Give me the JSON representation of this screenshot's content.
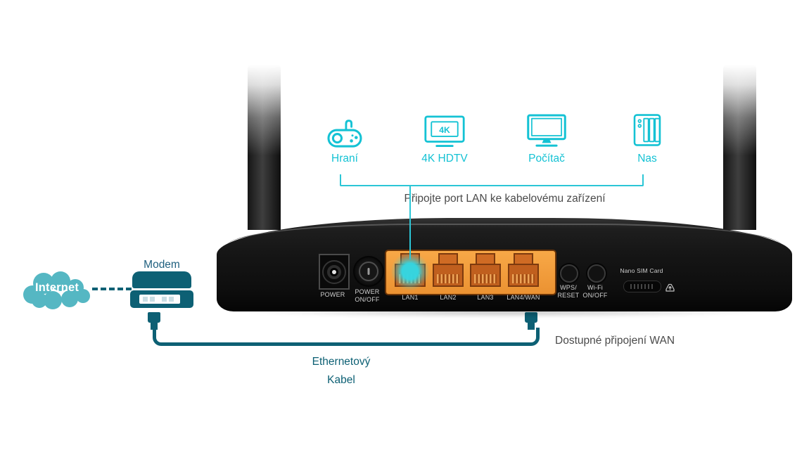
{
  "colors": {
    "accent_cyan": "#14c2d4",
    "teal_dark": "#0d6074",
    "cloud_teal": "#55b7c3",
    "text_gray": "#4a4a4a",
    "lan_panel_orange": "#f59e3e",
    "port_orange": "#c05f1e",
    "router_black": "#141414",
    "port_label_gray": "#cfcfcf"
  },
  "devices": {
    "caption": "Připojte port LAN ke kabelovému zařízení",
    "items": [
      {
        "label": "Hraní",
        "icon": "gamepad-icon"
      },
      {
        "label": "4K HDTV",
        "icon": "tv-4k-icon",
        "badge": "4K"
      },
      {
        "label": "Počítač",
        "icon": "monitor-icon"
      },
      {
        "label": "Nas",
        "icon": "nas-icon"
      }
    ]
  },
  "internet": {
    "label": "Internet"
  },
  "modem": {
    "label": "Modem"
  },
  "ethernet_cable": {
    "line1": "Ethernetový",
    "line2": "Kabel"
  },
  "wan": {
    "note": "Dostupné připojení WAN"
  },
  "router": {
    "highlighted_port": "LAN1",
    "labels": {
      "power": "POWER",
      "power_switch": "POWER\nON/OFF",
      "lan1": "LAN1",
      "lan2": "LAN2",
      "lan3": "LAN3",
      "lan4": "LAN4/WAN",
      "wps": "WPS/\nRESET",
      "wifi": "Wi-Fi\nON/OFF",
      "sim": "Nano SIM Card"
    }
  }
}
